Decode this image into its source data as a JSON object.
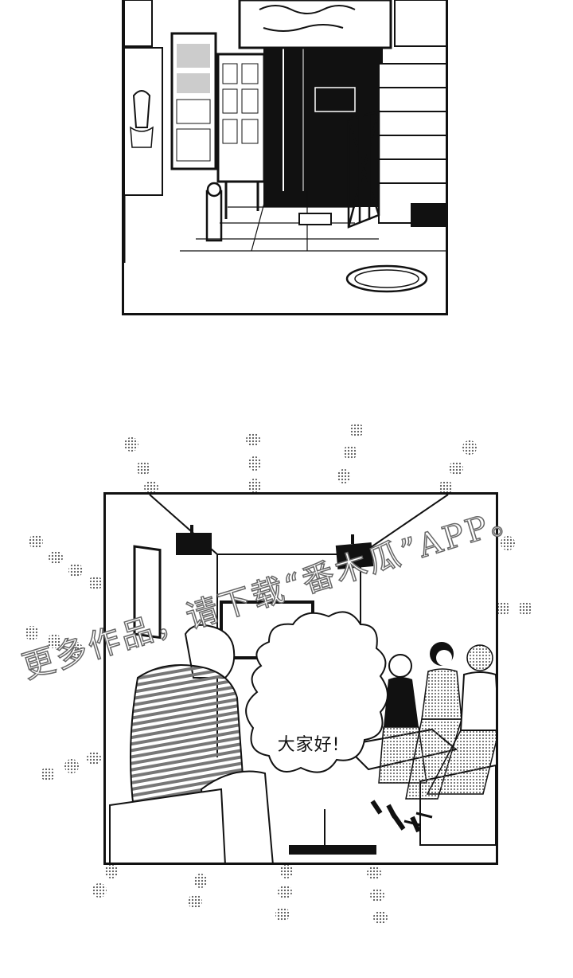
{
  "panels": [
    {
      "id": "panel-street",
      "scene": "street-entrance"
    },
    {
      "id": "panel-karaoke",
      "scene": "karaoke-room"
    }
  ],
  "speech_bubble": {
    "text": "大家好!"
  },
  "watermark": {
    "text": "更多作品，请下载“番木瓜”APP。"
  },
  "colors": {
    "ink": "#111111",
    "paper": "#ffffff",
    "screentone": "#555555"
  }
}
